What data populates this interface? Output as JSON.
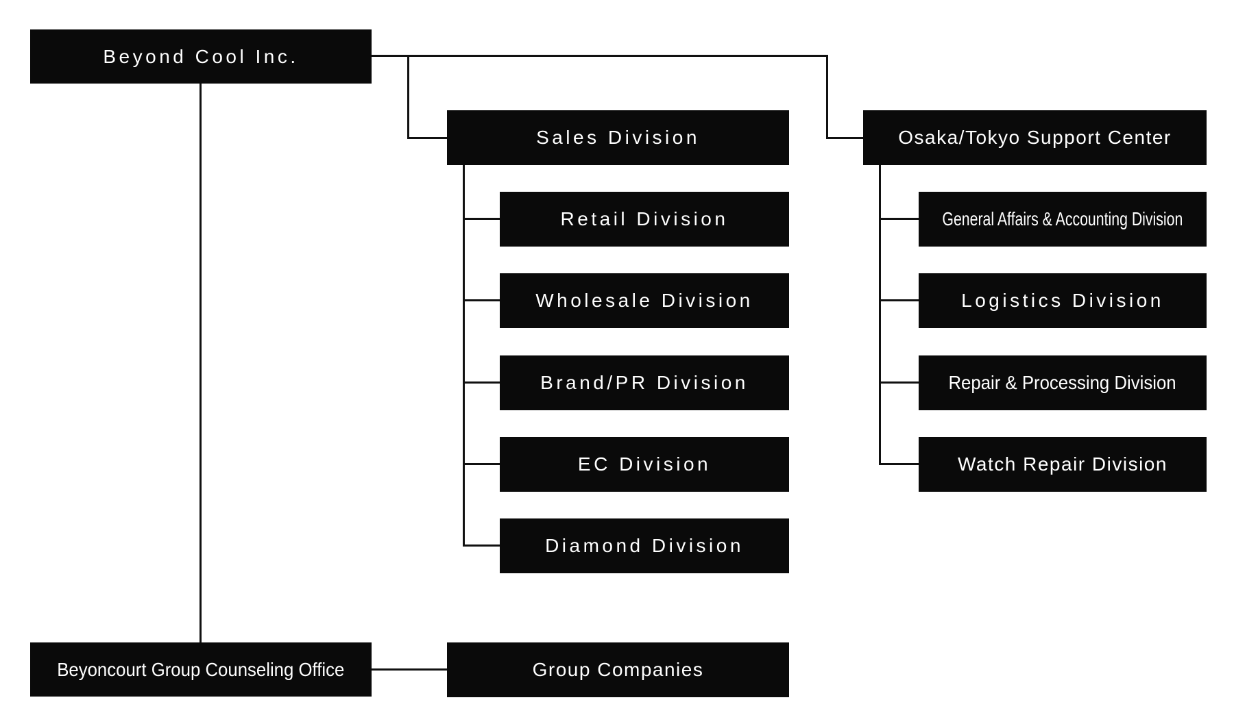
{
  "page": {
    "background_color": "#ffffff"
  },
  "style": {
    "node_background_color": "#0a0a0a",
    "node_text_color": "#ffffff",
    "connector_color": "#111111"
  },
  "org_chart": {
    "root": {
      "label": "Beyond Cool Inc."
    },
    "branches": {
      "sales": {
        "label": "Sales Division",
        "children": [
          {
            "label": "Retail Division"
          },
          {
            "label": "Wholesale Division"
          },
          {
            "label": "Brand/PR Division"
          },
          {
            "label": "EC Division"
          },
          {
            "label": "Diamond Division"
          }
        ]
      },
      "support": {
        "label": "Osaka/Tokyo Support Center",
        "children": [
          {
            "label": "General Affairs & Accounting Division"
          },
          {
            "label": "Logistics Division"
          },
          {
            "label": "Repair & Processing Division"
          },
          {
            "label": "Watch Repair Division"
          }
        ]
      },
      "counseling": {
        "label": "Beyoncourt Group Counseling Office"
      },
      "group_companies": {
        "label": "Group Companies"
      }
    }
  }
}
